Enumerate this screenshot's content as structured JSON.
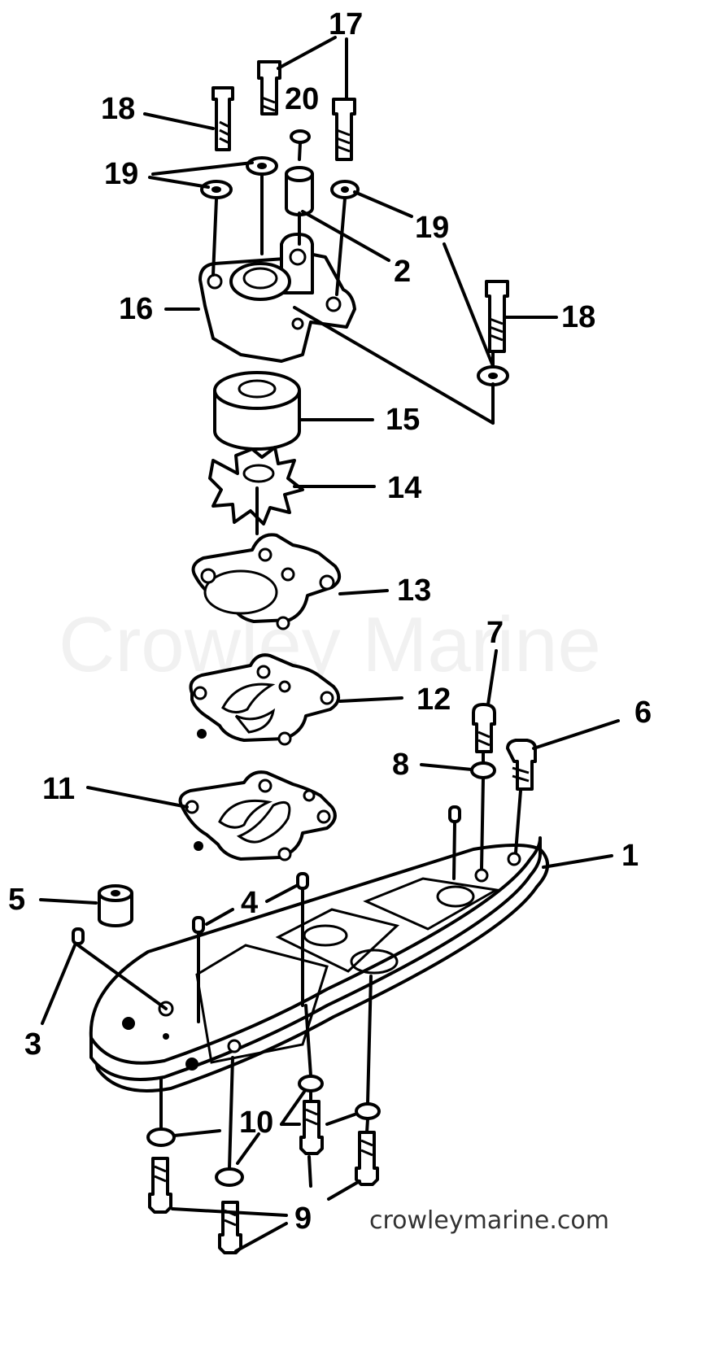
{
  "watermark": "Crowley Marine",
  "footer_site": "crowleymarine.com",
  "callouts": [
    {
      "id": "1",
      "label": "1"
    },
    {
      "id": "2",
      "label": "2"
    },
    {
      "id": "3",
      "label": "3"
    },
    {
      "id": "4",
      "label": "4"
    },
    {
      "id": "5",
      "label": "5"
    },
    {
      "id": "6",
      "label": "6"
    },
    {
      "id": "7",
      "label": "7"
    },
    {
      "id": "8",
      "label": "8"
    },
    {
      "id": "9",
      "label": "9"
    },
    {
      "id": "10",
      "label": "10"
    },
    {
      "id": "11",
      "label": "11"
    },
    {
      "id": "12",
      "label": "12"
    },
    {
      "id": "13",
      "label": "13"
    },
    {
      "id": "14",
      "label": "14"
    },
    {
      "id": "15",
      "label": "15"
    },
    {
      "id": "16",
      "label": "16"
    },
    {
      "id": "17",
      "label": "17"
    },
    {
      "id": "18a",
      "label": "18"
    },
    {
      "id": "18b",
      "label": "18"
    },
    {
      "id": "19a",
      "label": "19"
    },
    {
      "id": "19b",
      "label": "19"
    },
    {
      "id": "20",
      "label": "20"
    }
  ]
}
